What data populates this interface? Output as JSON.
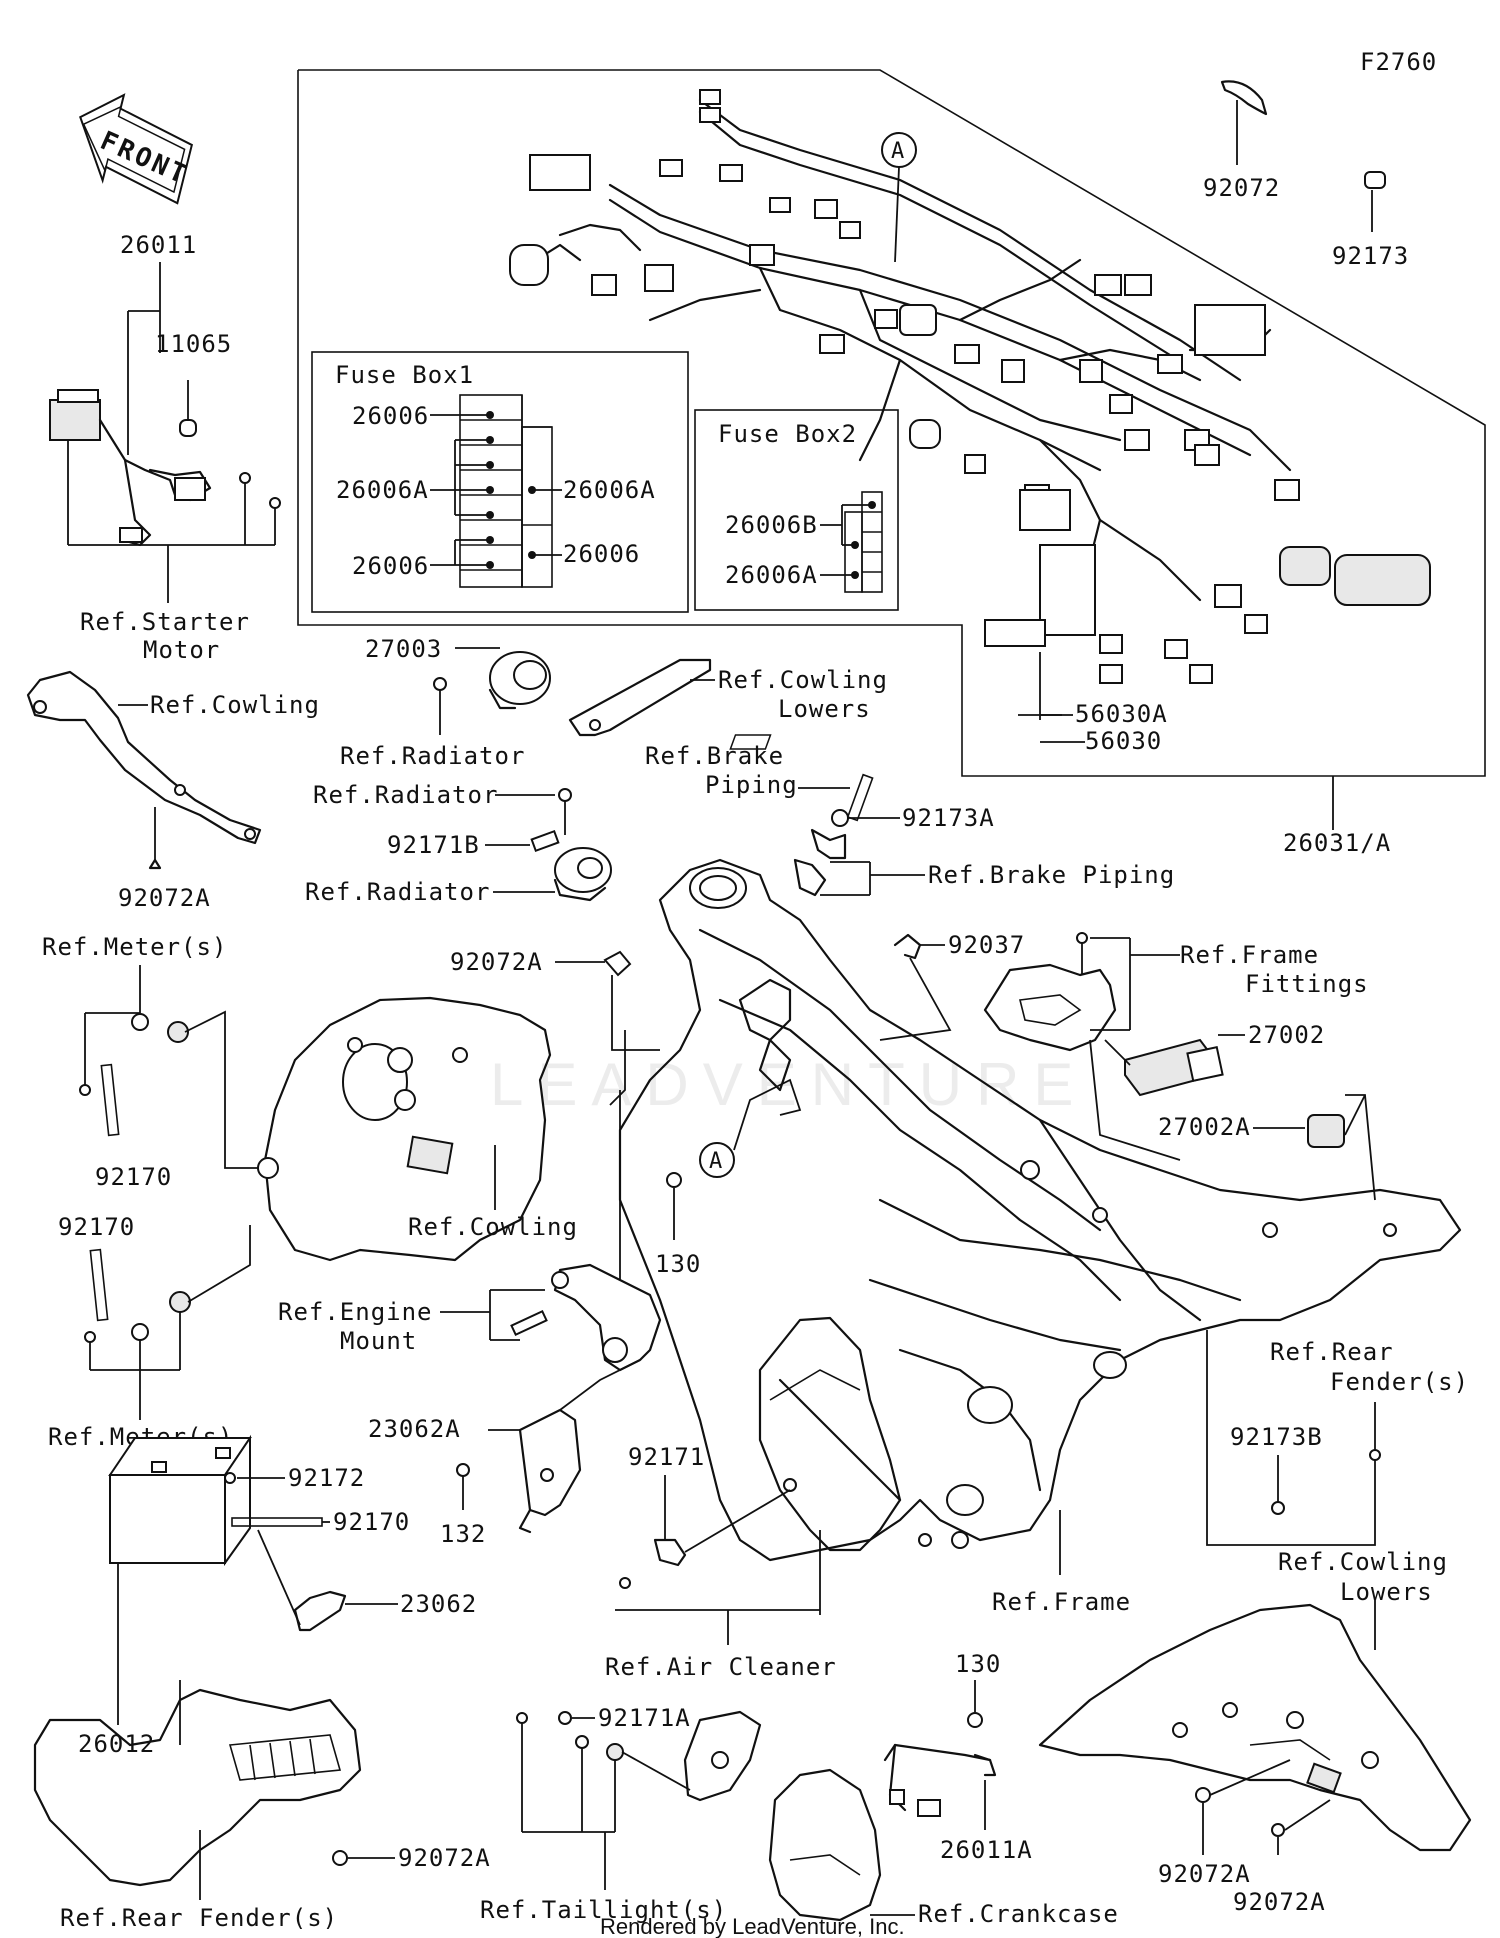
{
  "figure_code": "F2760",
  "front_arrow": "FRONT",
  "footer": "Rendered by LeadVenture, Inc.",
  "watermark": "LEADVENTURE",
  "fuse_box1": {
    "title": "Fuse Box1"
  },
  "fuse_box2": {
    "title": "Fuse Box2"
  },
  "callout_a": "A",
  "labels": {
    "l_26011": "26011",
    "l_11065": "11065",
    "l_ref_starter_1": "Ref.Starter",
    "l_ref_starter_2": "Motor",
    "l_ref_cowling_top": "Ref.Cowling",
    "l_92072A_left": "92072A",
    "l_ref_meter_top": "Ref.Meter(s)",
    "l_92170_a": "92170",
    "l_92170_b": "92170",
    "l_ref_meter_bottom": "Ref.Meter(s)",
    "l_92172": "92172",
    "l_92170_c": "92170",
    "l_23062": "23062",
    "l_26012": "26012",
    "l_92072A_bottom": "92072A",
    "l_ref_rear_fender_bottom": "Ref.Rear Fender(s)",
    "l_fb1_26006_top": "26006",
    "l_fb1_26006A_left": "26006A",
    "l_fb1_26006A_right": "26006A",
    "l_fb1_26006_bottom": "26006",
    "l_fb1_26006_right": "26006",
    "l_fb2_26006B": "26006B",
    "l_fb2_26006A": "26006A",
    "l_27003": "27003",
    "l_ref_cowling_lowers_1": "Ref.Cowling",
    "l_ref_cowling_lowers_2": "Lowers",
    "l_ref_radiator_1": "Ref.Radiator",
    "l_ref_radiator_2": "Ref.Radiator",
    "l_92171B": "92171B",
    "l_ref_radiator_3": "Ref.Radiator",
    "l_ref_brake_piping_1": "Ref.Brake",
    "l_ref_brake_piping_2": "Piping",
    "l_92173A": "92173A",
    "l_ref_brake_piping_3": "Ref.Brake Piping",
    "l_92072A_mid": "92072A",
    "l_92037": "92037",
    "l_ref_frame_fittings_1": "Ref.Frame",
    "l_ref_frame_fittings_2": "Fittings",
    "l_27002": "27002",
    "l_27002A": "27002A",
    "l_ref_cowling_mid": "Ref.Cowling",
    "l_130_mid": "130",
    "l_ref_engine_mount_1": "Ref.Engine",
    "l_ref_engine_mount_2": "Mount",
    "l_23062A": "23062A",
    "l_132": "132",
    "l_92171": "92171",
    "l_ref_air_cleaner": "Ref.Air Cleaner",
    "l_ref_frame": "Ref.Frame",
    "l_ref_rear_fender_right_1": "Ref.Rear",
    "l_ref_rear_fender_right_2": "Fender(s)",
    "l_92173B": "92173B",
    "l_ref_cowling_lowers_br_1": "Ref.Cowling",
    "l_ref_cowling_lowers_br_2": "Lowers",
    "l_92072A_br_1": "92072A",
    "l_92072A_br_2": "92072A",
    "l_130_bottom": "130",
    "l_26011A": "26011A",
    "l_92171A": "92171A",
    "l_ref_taillight": "Ref.Taillight(s)",
    "l_ref_crankcase": "Ref.Crankcase",
    "l_56030A": "56030A",
    "l_56030": "56030",
    "l_26031A": "26031/A",
    "l_92072_top": "92072",
    "l_92173_top": "92173"
  }
}
